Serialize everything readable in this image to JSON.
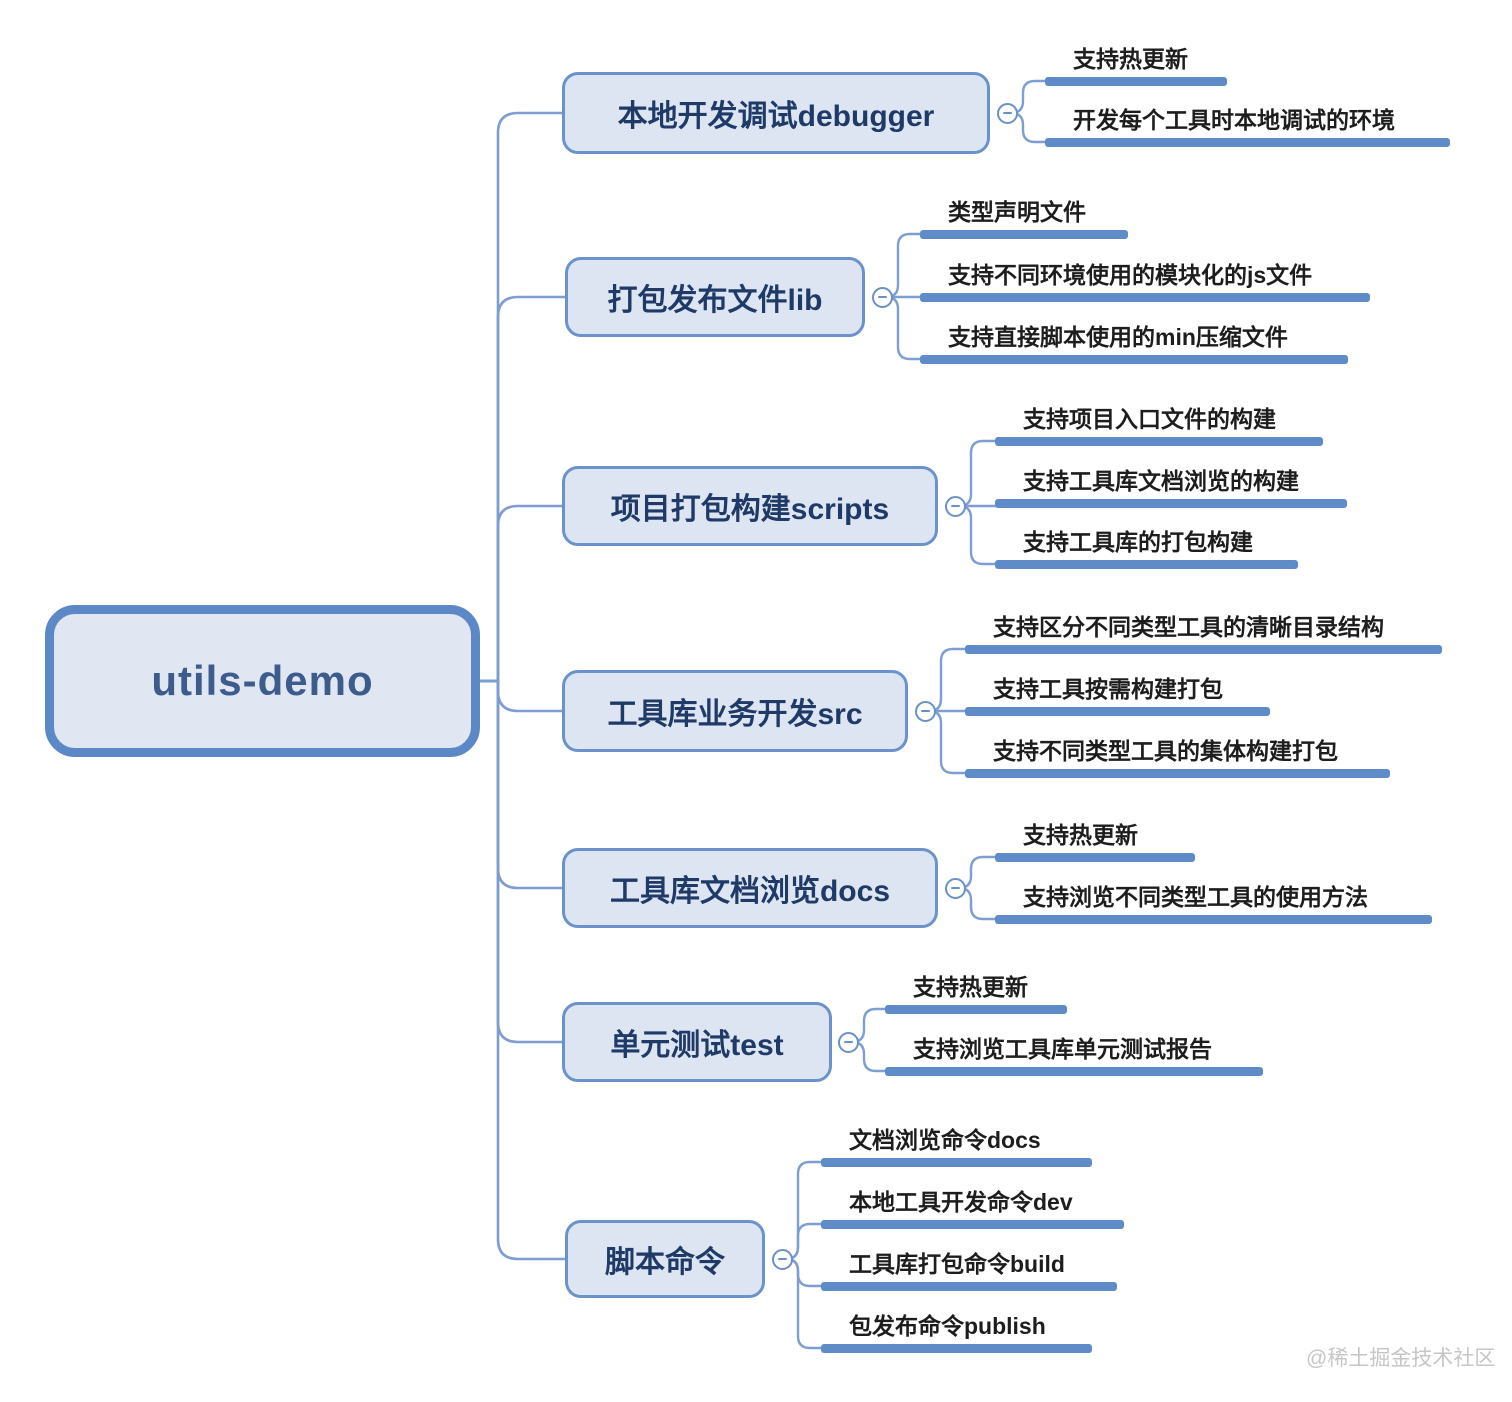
{
  "root": {
    "label": "utils-demo"
  },
  "branches": [
    {
      "id": "debugger",
      "label": "本地开发调试debugger",
      "collapse_icon": "minus",
      "children": [
        "支持热更新",
        "开发每个工具时本地调试的环境"
      ]
    },
    {
      "id": "lib",
      "label": "打包发布文件lib",
      "collapse_icon": "minus",
      "children": [
        "类型声明文件",
        "支持不同环境使用的模块化的js文件",
        "支持直接脚本使用的min压缩文件"
      ]
    },
    {
      "id": "scripts",
      "label": "项目打包构建scripts",
      "collapse_icon": "minus",
      "children": [
        "支持项目入口文件的构建",
        "支持工具库文档浏览的构建",
        "支持工具库的打包构建"
      ]
    },
    {
      "id": "src",
      "label": "工具库业务开发src",
      "collapse_icon": "minus",
      "children": [
        "支持区分不同类型工具的清晰目录结构",
        "支持工具按需构建打包",
        "支持不同类型工具的集体构建打包"
      ]
    },
    {
      "id": "docs",
      "label": "工具库文档浏览docs",
      "collapse_icon": "minus",
      "children": [
        "支持热更新",
        "支持浏览不同类型工具的使用方法"
      ]
    },
    {
      "id": "test",
      "label": "单元测试test",
      "collapse_icon": "minus",
      "children": [
        "支持热更新",
        "支持浏览工具库单元测试报告"
      ]
    },
    {
      "id": "commands",
      "label": "脚本命令",
      "collapse_icon": "minus",
      "children": [
        "文档浏览命令docs",
        "本地工具开发命令dev",
        "工具库打包命令build",
        "包发布命令publish"
      ]
    }
  ],
  "watermark": "@稀土掘金技术社区",
  "colors": {
    "branch_border": "#6c92cc",
    "branch_fill": "#dde5f2",
    "root_border": "#5d88c8",
    "root_fill": "#e0e7f3",
    "branch_text": "#1f3a66",
    "root_text": "#3d5c8c",
    "child_text": "#1d1d1d",
    "underline_bar": "#5f8cc8",
    "connector_line": "#7e9dd0",
    "watermark_text": "#c6c6c6"
  }
}
